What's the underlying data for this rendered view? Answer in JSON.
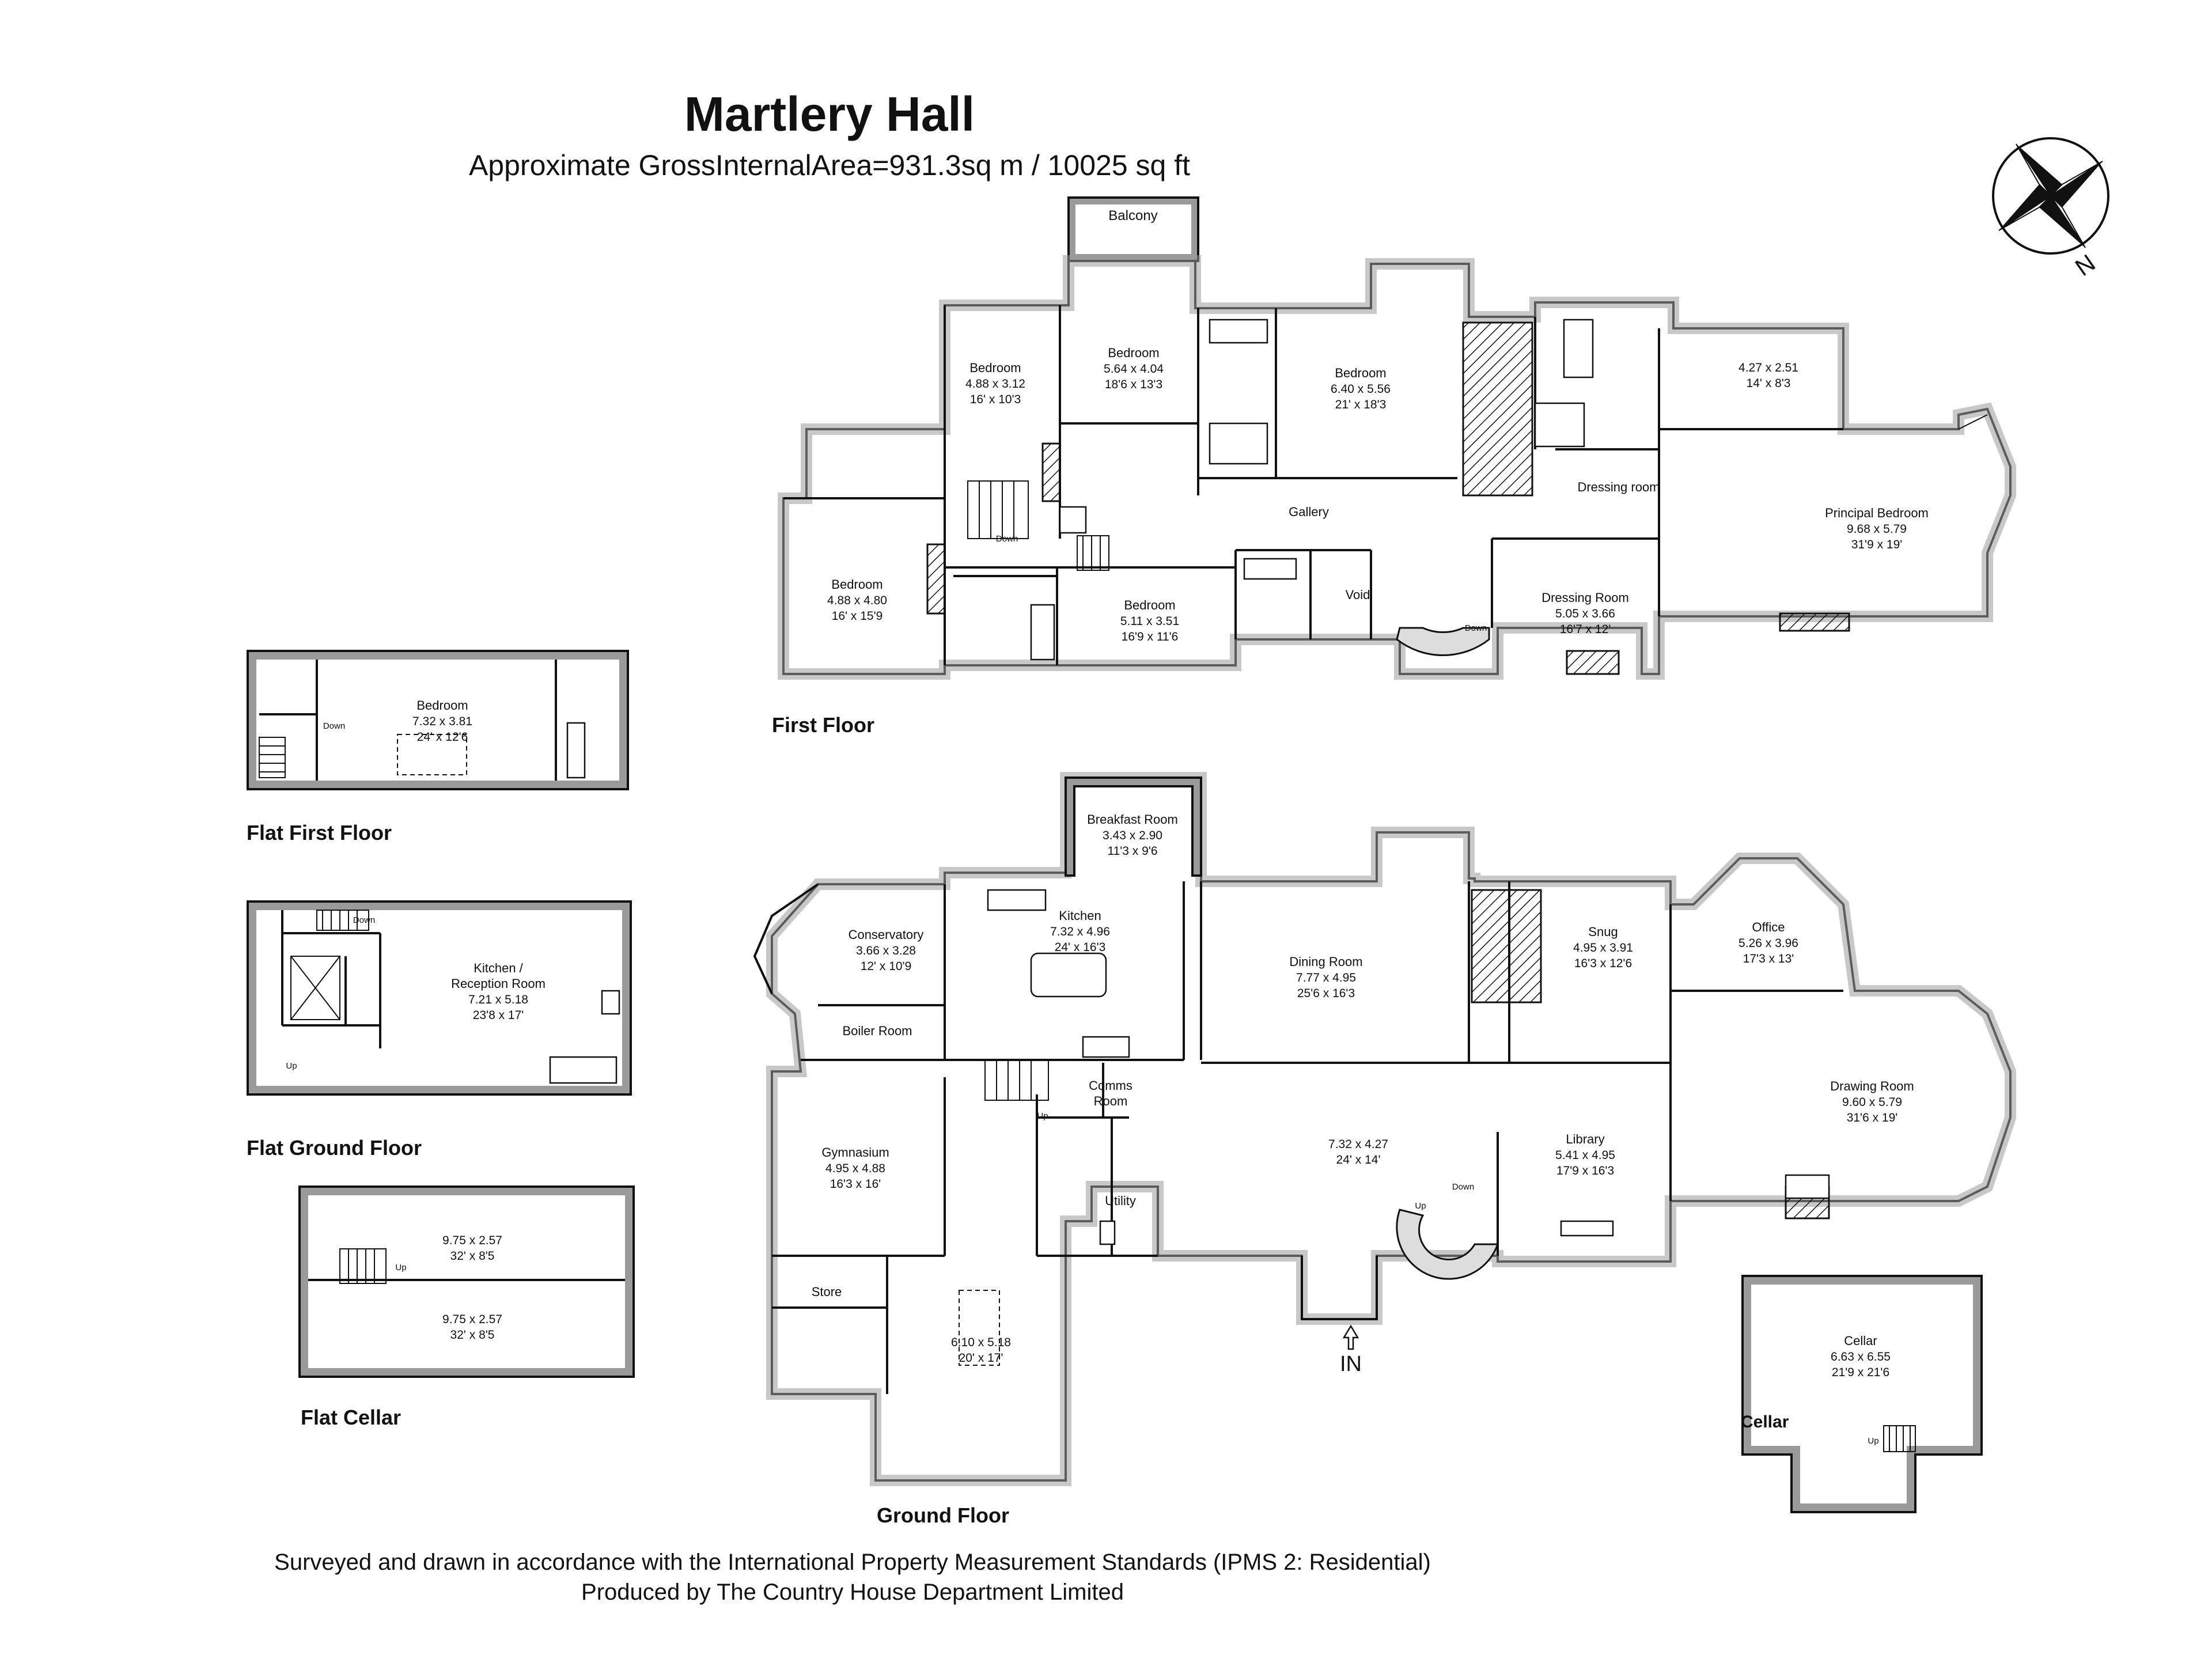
{
  "header": {
    "title": "Martlery Hall",
    "subtitle": "Approximate GrossInternalArea=931.3sq m / 10025 sq ft"
  },
  "compass": {
    "icon": "compass-north-icon",
    "label": "N"
  },
  "floors": {
    "first_floor": {
      "label": "First Floor",
      "rooms": {
        "balcony": {
          "name": "Balcony"
        },
        "bedroom_a": {
          "name": "Bedroom",
          "metric": "4.88 x 3.12",
          "imperial": "16' x 10'3"
        },
        "bedroom_b": {
          "name": "Bedroom",
          "metric": "5.64 x 4.04",
          "imperial": "18'6 x 13'3"
        },
        "bedroom_c": {
          "name": "Bedroom",
          "metric": "6.40 x 5.56",
          "imperial": "21' x 18'3"
        },
        "bedroom_d": {
          "name": "Bedroom",
          "metric": "4.88 x 4.80",
          "imperial": "16' x 15'9"
        },
        "bedroom_e": {
          "name": "Bedroom",
          "metric": "5.11 x 3.51",
          "imperial": "16'9 x 11'6"
        },
        "dressing_small": {
          "metric": "4.27 x 2.51",
          "imperial": "14' x 8'3"
        },
        "principal": {
          "name": "Principal Bedroom",
          "metric": "9.68 x 5.79",
          "imperial": "31'9 x 19'"
        },
        "dressing_room": {
          "name": "Dressing room"
        },
        "dressing_room_2": {
          "name": "Dressing Room",
          "metric": "5.05 x 3.66",
          "imperial": "16'7 x 12'"
        },
        "gallery": {
          "name": "Gallery"
        },
        "void": {
          "name": "Void"
        },
        "down_1": "Down",
        "down_2": "Down"
      }
    },
    "flat_first": {
      "label": "Flat First Floor",
      "rooms": {
        "bedroom": {
          "name": "Bedroom",
          "metric": "7.32 x 3.81",
          "imperial": "24' x 12'6"
        },
        "down": "Down"
      }
    },
    "flat_ground": {
      "label": "Flat Ground Floor",
      "rooms": {
        "kitchen": {
          "name": "Kitchen /",
          "name2": "Reception Room",
          "metric": "7.21 x 5.18",
          "imperial": "23'8 x 17'"
        },
        "down": "Down",
        "up": "Up"
      }
    },
    "flat_cellar": {
      "label": "Flat Cellar",
      "rooms": {
        "upper": {
          "metric": "9.75 x 2.57",
          "imperial": "32' x 8'5"
        },
        "lower": {
          "metric": "9.75 x 2.57",
          "imperial": "32' x 8'5"
        },
        "up": "Up"
      }
    },
    "ground_floor": {
      "label": "Ground Floor",
      "rooms": {
        "breakfast": {
          "name": "Breakfast Room",
          "metric": "3.43 x 2.90",
          "imperial": "11'3 x 9'6"
        },
        "kitchen": {
          "name": "Kitchen",
          "metric": "7.32 x 4.96",
          "imperial": "24' x 16'3"
        },
        "conservatory": {
          "name": "Conservatory",
          "metric": "3.66 x 3.28",
          "imperial": "12' x 10'9"
        },
        "boiler": {
          "name": "Boiler Room"
        },
        "dining": {
          "name": "Dining Room",
          "metric": "7.77 x 4.95",
          "imperial": "25'6 x 16'3"
        },
        "snug": {
          "name": "Snug",
          "metric": "4.95 x 3.91",
          "imperial": "16'3 x 12'6"
        },
        "office": {
          "name": "Office",
          "metric": "5.26 x 3.96",
          "imperial": "17'3 x 13'"
        },
        "drawing": {
          "name": "Drawing Room",
          "metric": "9.60 x 5.79",
          "imperial": "31'6 x 19'"
        },
        "comms": {
          "name": "Comms",
          "name2": "Room"
        },
        "hall": {
          "metric": "7.32 x 4.27",
          "imperial": "24' x 14'"
        },
        "library": {
          "name": "Library",
          "metric": "5.41 x 4.95",
          "imperial": "17'9 x 16'3"
        },
        "gym": {
          "name": "Gymnasium",
          "metric": "4.95 x 4.88",
          "imperial": "16'3 x 16'"
        },
        "utility": {
          "name": "Utility"
        },
        "store": {
          "name": "Store"
        },
        "garage": {
          "metric": "6.10 x 5.18",
          "imperial": "20' x 17'"
        },
        "entrance": "IN",
        "up_1": "Up",
        "up_2": "Up",
        "down": "Down"
      }
    },
    "cellar": {
      "label": "Cellar",
      "rooms": {
        "cellar": {
          "name": "Cellar",
          "metric": "6.63 x 6.55",
          "imperial": "21'9 x 21'6"
        },
        "up": "Up"
      }
    }
  },
  "footer": {
    "line1": "Surveyed and drawn in accordance with the International Property Measurement Standards (IPMS 2: Residential)",
    "line2": "Produced by The Country House Department Limited"
  }
}
